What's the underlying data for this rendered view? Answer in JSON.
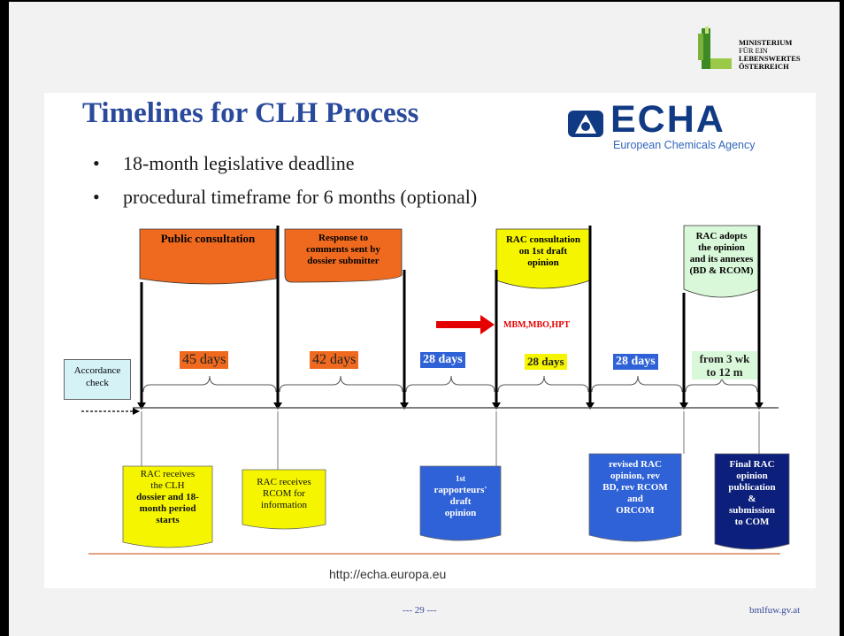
{
  "logo": {
    "line1": "MINISTERIUM",
    "line2": "FÜR EIN",
    "line3": "LEBENSWERTES",
    "line4": "ÖSTERREICH"
  },
  "slide": {
    "title": "Timelines for CLH Process",
    "echa_word": "ECHA",
    "echa_sub": "European Chemicals Agency",
    "bullet_char": "•",
    "bullets": [
      "18-month legislative deadline",
      "procedural timeframe for 6 months (optional)"
    ],
    "url": "http://echa.europa.eu"
  },
  "diagram": {
    "flags": {
      "public_consultation": "Public consultation",
      "response": [
        "Response to",
        "comments sent by",
        "dossier submitter"
      ],
      "rac_consultation": [
        "RAC consultation",
        "on 1st draft",
        "opinion"
      ],
      "rac_adopts": [
        "RAC adopts",
        "the opinion",
        "and its annexes",
        "(BD & RCOM)"
      ]
    },
    "durations": {
      "d1": "45 days",
      "d2": "42 days",
      "d3": "28 days",
      "d4": "28 days",
      "d5": "28 days",
      "d6": [
        "from 3 wk",
        "to 12 m"
      ]
    },
    "accordance": [
      "Accordance",
      "check"
    ],
    "arrow_label": "MBM,MBO,HPT",
    "notes": {
      "n1": [
        "RAC receives",
        "the CLH",
        "dossier and 18-",
        "month period",
        "starts"
      ],
      "n2": [
        "RAC receives",
        "RCOM for",
        "information"
      ],
      "n3": [
        "1st",
        "rapporteurs'",
        "draft",
        "opinion"
      ],
      "n4": [
        "revised RAC",
        "opinion, rev",
        "BD, rev RCOM",
        "and",
        "ORCOM"
      ],
      "n5": [
        "Final RAC",
        "opinion",
        "publication",
        "&",
        "submission",
        "to COM"
      ]
    },
    "colors": {
      "orange": "#ef6a1f",
      "yellow": "#f5f500",
      "blue": "#2f62d6",
      "navy": "#0c1f7a",
      "green": "#d9f7d9",
      "red": "#e50000"
    }
  },
  "footer": {
    "page": "---   29   ---",
    "site": "bmlfuw.gv.at"
  }
}
